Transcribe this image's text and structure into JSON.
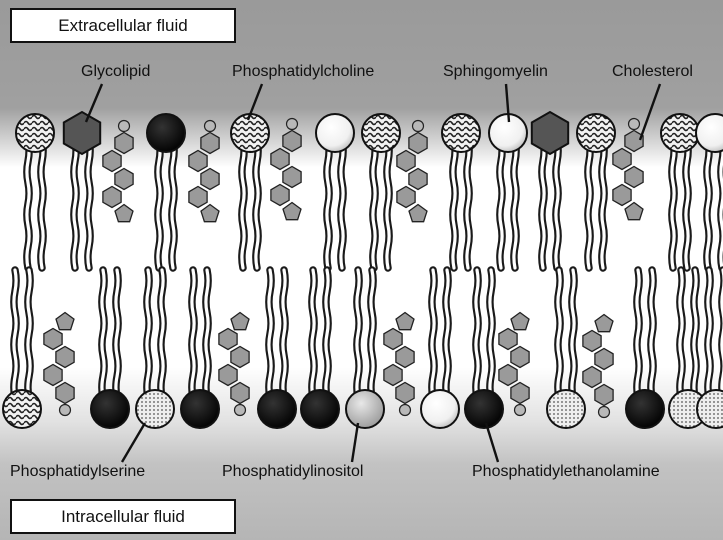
{
  "regions": {
    "extracellular": "Extracellular fluid",
    "intracellular": "Intracellular fluid"
  },
  "labels": {
    "glycolipid": "Glycolipid",
    "phosphatidylcholine": "Phosphatidylcholine",
    "sphingomyelin": "Sphingomyelin",
    "cholesterol": "Cholesterol",
    "phosphatidylserine": "Phosphatidylserine",
    "phosphatidylinositol": "Phosphatidylinositol",
    "phosphatidylethanolamine": "Phosphatidylethanolamine"
  },
  "colors": {
    "background_top": "#9a9a9a",
    "background_bottom": "#b5b5b5",
    "glycolipid_head": "#555555",
    "dark_head": "#000000",
    "sphingomyelin_head": "#ffffff",
    "cholesterol_ring": "#9a9a9a"
  }
}
